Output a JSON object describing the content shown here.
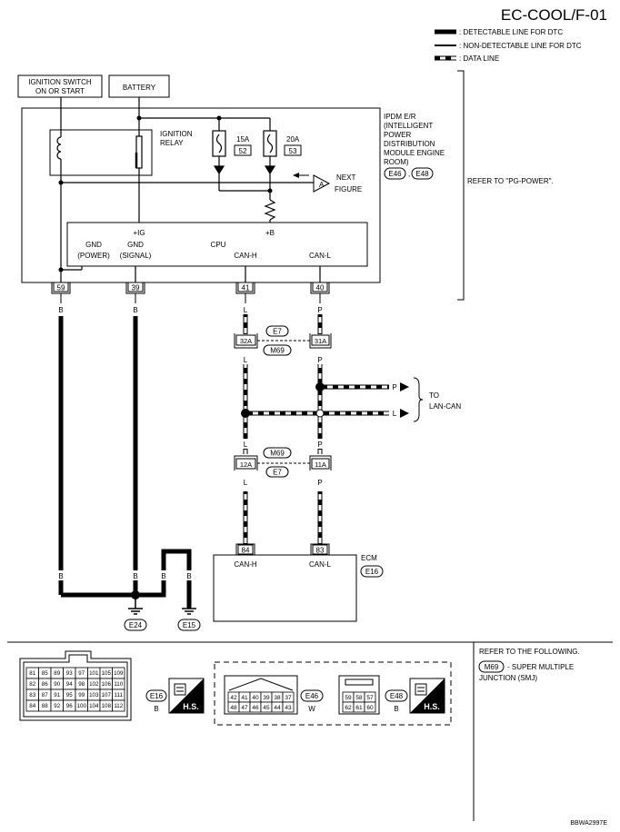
{
  "header": {
    "code": "EC-COOL/F-01",
    "legend": [
      {
        "style": "detectable",
        "label": ": DETECTABLE LINE FOR DTC"
      },
      {
        "style": "non-detectable",
        "label": ": NON-DETECTABLE LINE FOR DTC"
      },
      {
        "style": "data",
        "label": ": DATA LINE"
      }
    ]
  },
  "sources": {
    "ignition_switch": [
      "IGNITION SWITCH",
      "ON OR START"
    ],
    "battery": "BATTERY"
  },
  "ipdm": {
    "title_lines": [
      "IPDM E/R",
      "(INTELLIGENT",
      "POWER",
      "DISTRIBUTION",
      "MODULE ENGINE",
      "ROOM)"
    ],
    "connectors": [
      "E46",
      "E48"
    ],
    "relay_label": [
      "IGNITION",
      "RELAY"
    ],
    "fuses": [
      {
        "amp": "15A",
        "num": "52"
      },
      {
        "amp": "20A",
        "num": "53"
      }
    ],
    "next_figure": {
      "marker": "A",
      "text": [
        "NEXT",
        "FIGURE"
      ]
    },
    "cpu": {
      "title": "CPU",
      "ig": "+IG",
      "b": "+B",
      "gnd_power": [
        "GND",
        "(POWER)"
      ],
      "gnd_signal": [
        "GND",
        "(SIGNAL)"
      ],
      "can_h": "CAN-H",
      "can_l": "CAN-L"
    },
    "refer_note": "REFER TO \"PG-POWER\"."
  },
  "pins_ipdm": [
    "59",
    "39",
    "41",
    "40"
  ],
  "wire_colors": {
    "pin59": "B",
    "pin39": "B",
    "can_h": "L",
    "can_l": "P"
  },
  "joint_connectors": {
    "upper": {
      "left_pin": "32A",
      "right_pin": "31A",
      "top_label": "E7",
      "bottom_label": "M69"
    },
    "lower": {
      "left_pin": "12A",
      "right_pin": "11A",
      "top_label": "M69",
      "bottom_label": "E7"
    }
  },
  "lan_can": {
    "label": [
      "TO",
      "LAN-CAN"
    ],
    "upper_color": "P",
    "lower_color": "L"
  },
  "ecm": {
    "title": "ECM",
    "connector": "E16",
    "pins": [
      "84",
      "83"
    ],
    "pin_labels": [
      "CAN-H",
      "CAN-L"
    ]
  },
  "grounds": {
    "left": "E24",
    "right": "E15",
    "colors": [
      "B",
      "B",
      "B",
      "B"
    ]
  },
  "connector_views": {
    "e16": {
      "rows": [
        [
          "81",
          "85",
          "89",
          "93",
          "97",
          "101",
          "105",
          "109"
        ],
        [
          "82",
          "86",
          "90",
          "94",
          "98",
          "102",
          "106",
          "110"
        ],
        [
          "83",
          "87",
          "91",
          "95",
          "99",
          "103",
          "107",
          "111"
        ],
        [
          "84",
          "88",
          "92",
          "96",
          "100",
          "104",
          "108",
          "112"
        ]
      ],
      "id": "E16",
      "color": "B",
      "hs": "H.S."
    },
    "e46": {
      "rows": [
        [
          "42",
          "41",
          "40",
          "39",
          "38",
          "37"
        ],
        [
          "48",
          "47",
          "46",
          "45",
          "44",
          "43"
        ]
      ],
      "id": "E46",
      "color": "W"
    },
    "e48": {
      "rows": [
        [
          "59",
          "58",
          "57"
        ],
        [
          "62",
          "61",
          "60"
        ]
      ],
      "id": "E48",
      "color": "B",
      "hs": "H.S."
    }
  },
  "footnote": {
    "lines": [
      "REFER TO THE FOLLOWING."
    ],
    "ref_connector": "M69",
    "ref_text": [
      "- SUPER MULTIPLE",
      "JUNCTION (SMJ)"
    ]
  },
  "figure_code": "BBWA2997E"
}
